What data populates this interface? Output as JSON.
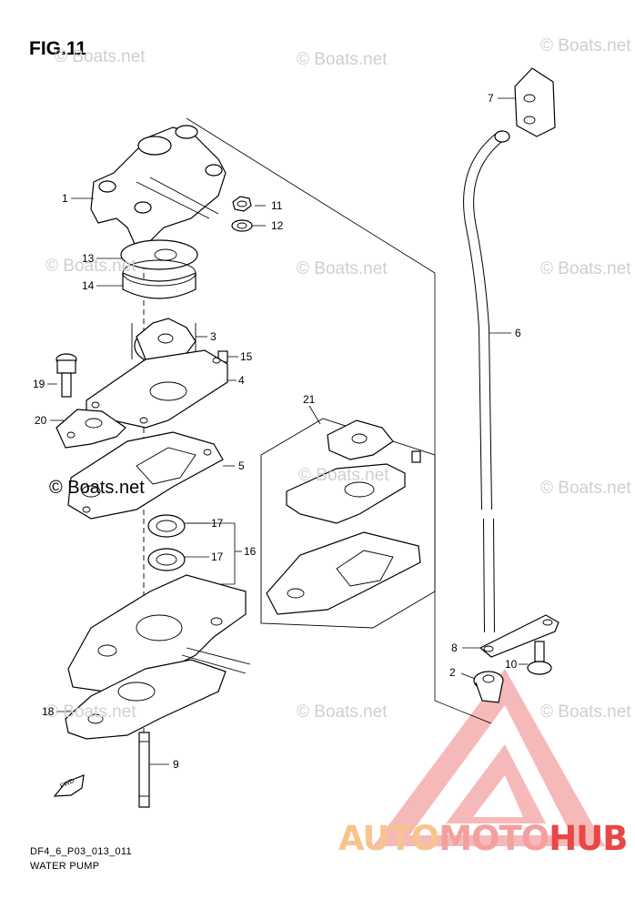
{
  "figure": {
    "title": "FIG.11",
    "code": "DF4_6_P03_013_011",
    "caption": "WATER PUMP"
  },
  "watermark": {
    "text": "© Boats.net",
    "color": "#cfcfcf"
  },
  "brand": {
    "part1": "AUTO",
    "part2": "MOTO",
    "part3": "HUB",
    "colors": [
      "#f8c48e",
      "#f4a0a0",
      "#e94646"
    ]
  },
  "fwd_label": "FWD",
  "callouts": {
    "p1": "1",
    "p2": "2",
    "p3": "3",
    "p4": "4",
    "p5": "5",
    "p6": "6",
    "p7": "7",
    "p8": "8",
    "p9": "9",
    "p10": "10",
    "p11": "11",
    "p12": "12",
    "p13": "13",
    "p14": "14",
    "p15": "15",
    "p16": "16",
    "p17a": "17",
    "p17b": "17",
    "p18": "18",
    "p19": "19",
    "p20": "20",
    "p21": "21"
  }
}
